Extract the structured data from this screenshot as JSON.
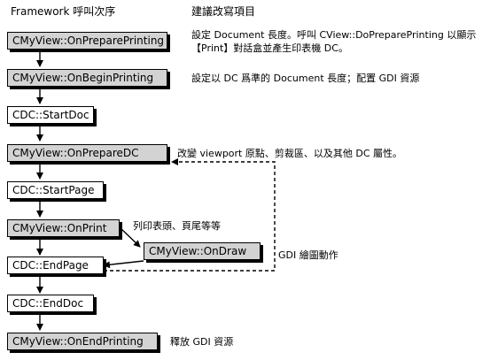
{
  "headers": {
    "left": "Framework 呼叫次序",
    "right": "建議改寫項目"
  },
  "steps": [
    {
      "label": "CMyView::OnPreparePrinting"
    },
    {
      "label": "CMyView::OnBeginPrinting"
    },
    {
      "label": "CDC::StartDoc"
    },
    {
      "label": "CMyView::OnPrepareDC"
    },
    {
      "label": "CDC::StartPage"
    },
    {
      "label": "CMyView::OnPrint"
    },
    {
      "label": "CMyView::OnDraw"
    },
    {
      "label": "CDC::EndPage"
    },
    {
      "label": "CDC::EndDoc"
    },
    {
      "label": "CMyView::OnEndPrinting"
    }
  ],
  "notes": {
    "prepare_printing_1": "設定 Document 長度。呼叫 CView::DoPreparePrinting 以顯示",
    "prepare_printing_2": "【Print】對話盒並產生印表機 DC。",
    "begin_printing": "設定以 DC 爲準的 Document 長度；配置 GDI 資源",
    "prepare_dc": "改變 viewport 原點、剪裁區、以及其他 DC 屬性。",
    "print": "列印表頭、頁尾等等",
    "draw": "GDI 繪圖動作",
    "end_printing": "釋放 GDI 資源"
  }
}
